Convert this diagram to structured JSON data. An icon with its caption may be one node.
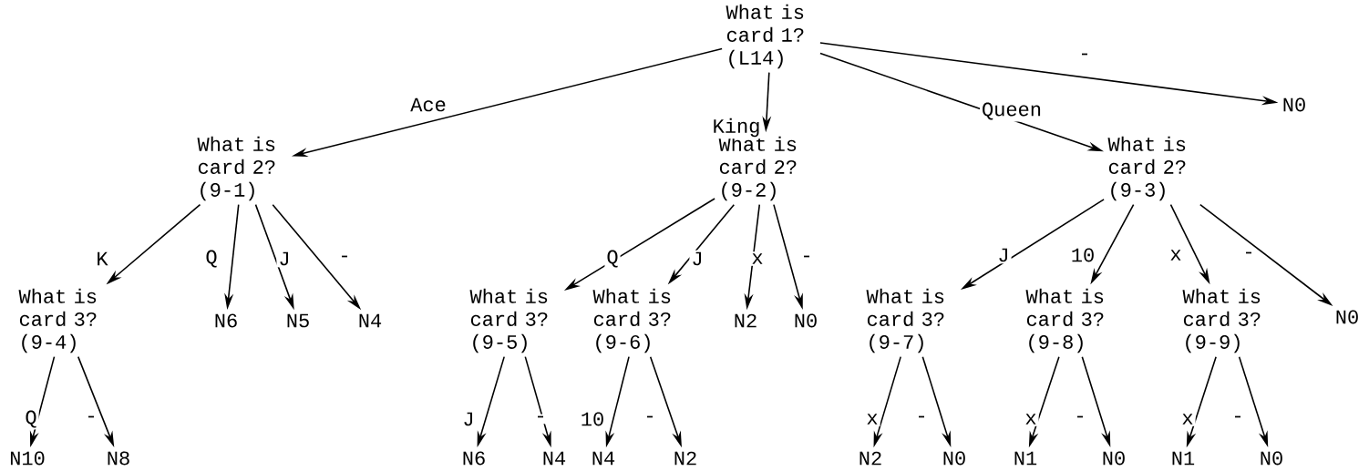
{
  "diagram": {
    "nodes": [
      {
        "text": [
          "What is card 1? (L14)"
        ]
      },
      {
        "text": [
          "What is card 2? (9-1)"
        ]
      },
      {
        "text": [
          "What is card 2? (9-2)"
        ]
      },
      {
        "text": [
          "What is card 2? (9-3)"
        ]
      },
      {
        "text": [
          "N0"
        ]
      },
      {
        "text": [
          "What is card 3? (9-4)"
        ]
      },
      {
        "text": [
          "N6"
        ]
      },
      {
        "text": [
          "N5"
        ]
      },
      {
        "text": [
          "N4"
        ]
      },
      {
        "text": [
          "What is card 3? (9-5)"
        ]
      },
      {
        "text": [
          "What is card 3? (9-6)"
        ]
      },
      {
        "text": [
          "N2"
        ]
      },
      {
        "text": [
          "N0"
        ]
      },
      {
        "text": [
          "What is card 3? (9-7)"
        ]
      },
      {
        "text": [
          "What is card 3? (9-8)"
        ]
      },
      {
        "text": [
          "What is card 3? (9-9)"
        ]
      },
      {
        "text": [
          "N0"
        ]
      },
      {
        "text": [
          "N10"
        ]
      },
      {
        "text": [
          "N8"
        ]
      },
      {
        "text": [
          "N6"
        ]
      },
      {
        "text": [
          "N4"
        ]
      },
      {
        "text": [
          "N4"
        ]
      },
      {
        "text": [
          "N2"
        ]
      },
      {
        "text": [
          "N2"
        ]
      },
      {
        "text": [
          "N0"
        ]
      },
      {
        "text": [
          "N1"
        ]
      },
      {
        "text": [
          "N0"
        ]
      },
      {
        "text": [
          "N1"
        ]
      },
      {
        "text": [
          "N0"
        ]
      }
    ],
    "edges": [
      {
        "from": 0,
        "to": 1,
        "arrow": "to",
        "label": "Ace"
      },
      {
        "from": 0,
        "to": 2,
        "arrow": "to",
        "label": "King"
      },
      {
        "from": 0,
        "to": 3,
        "arrow": "to",
        "label": "Queen"
      },
      {
        "from": 0,
        "to": 4,
        "arrow": "to",
        "label": "-"
      },
      {
        "from": 1,
        "to": 5,
        "arrow": "to",
        "label": "K"
      },
      {
        "from": 1,
        "to": 6,
        "arrow": "to",
        "label": "Q"
      },
      {
        "from": 1,
        "to": 7,
        "arrow": "to",
        "label": "J"
      },
      {
        "from": 1,
        "to": 8,
        "arrow": "to",
        "label": "-"
      },
      {
        "from": 2,
        "to": 9,
        "arrow": "to",
        "label": "Q"
      },
      {
        "from": 2,
        "to": 10,
        "arrow": "to",
        "label": "J"
      },
      {
        "from": 2,
        "to": 11,
        "arrow": "to",
        "label": "x"
      },
      {
        "from": 2,
        "to": 12,
        "arrow": "to",
        "label": "-"
      },
      {
        "from": 3,
        "to": 13,
        "arrow": "to",
        "label": "J"
      },
      {
        "from": 3,
        "to": 14,
        "arrow": "to",
        "label": "10"
      },
      {
        "from": 3,
        "to": 15,
        "arrow": "to",
        "label": "x"
      },
      {
        "from": 3,
        "to": 16,
        "arrow": "to",
        "label": "-"
      },
      {
        "from": 5,
        "to": 17,
        "arrow": "to",
        "label": "Q"
      },
      {
        "from": 5,
        "to": 18,
        "arrow": "to",
        "label": "-"
      },
      {
        "from": 9,
        "to": 19,
        "arrow": "to",
        "label": "J"
      },
      {
        "from": 9,
        "to": 20,
        "arrow": "to",
        "label": "-"
      },
      {
        "from": 10,
        "to": 21,
        "arrow": "to",
        "label": "10"
      },
      {
        "from": 10,
        "to": 22,
        "arrow": "to",
        "label": "-"
      },
      {
        "from": 13,
        "to": 23,
        "arrow": "to",
        "label": "x"
      },
      {
        "from": 13,
        "to": 24,
        "arrow": "to",
        "label": "-"
      },
      {
        "from": 14,
        "to": 25,
        "arrow": "to",
        "label": "x"
      },
      {
        "from": 14,
        "to": 26,
        "arrow": "to",
        "label": "-"
      },
      {
        "from": 15,
        "to": 27,
        "arrow": "to",
        "label": "x"
      },
      {
        "from": 15,
        "to": 28,
        "arrow": "to",
        "label": "-"
      }
    ]
  }
}
